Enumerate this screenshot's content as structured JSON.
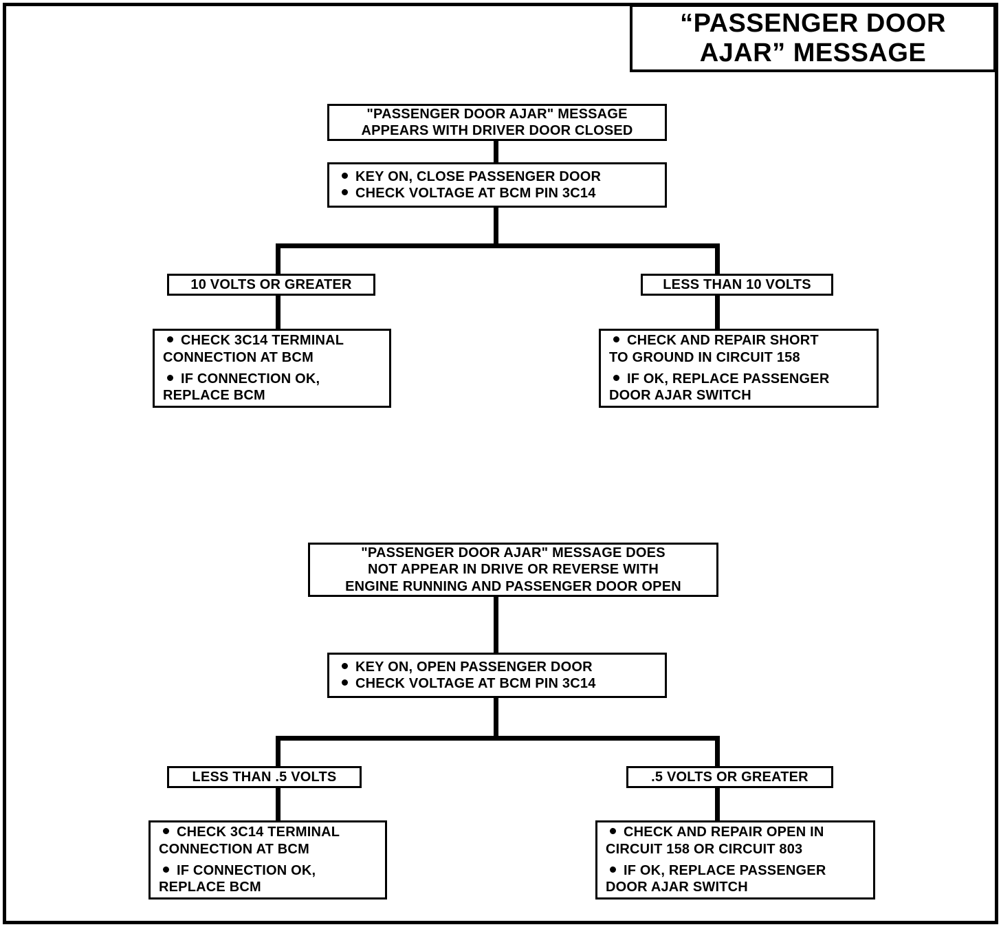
{
  "title": {
    "line1": "“PASSENGER DOOR",
    "line2": "AJAR” MESSAGE"
  },
  "chart1": {
    "symptom": {
      "line1": "\"PASSENGER DOOR AJAR\" MESSAGE",
      "line2": "APPEARS WITH DRIVER DOOR CLOSED"
    },
    "test": {
      "bullet1": "KEY ON, CLOSE PASSENGER DOOR",
      "bullet2": "CHECK VOLTAGE AT BCM PIN 3C14"
    },
    "branch_left_label": "10 VOLTS OR GREATER",
    "branch_right_label": "LESS THAN 10 VOLTS",
    "result_left": {
      "bullet1_line1": "CHECK 3C14 TERMINAL",
      "bullet1_line2": "CONNECTION AT BCM",
      "bullet2_line1": "IF CONNECTION OK,",
      "bullet2_line2": "REPLACE BCM"
    },
    "result_right": {
      "bullet1_line1": "CHECK AND REPAIR SHORT",
      "bullet1_line2": "TO GROUND IN CIRCUIT 158",
      "bullet2_line1": "IF OK, REPLACE PASSENGER",
      "bullet2_line2": "DOOR AJAR SWITCH"
    }
  },
  "chart2": {
    "symptom": {
      "line1": "\"PASSENGER DOOR AJAR\" MESSAGE DOES",
      "line2": "NOT APPEAR IN DRIVE OR REVERSE WITH",
      "line3": "ENGINE RUNNING AND PASSENGER DOOR OPEN"
    },
    "test": {
      "bullet1": "KEY ON, OPEN PASSENGER DOOR",
      "bullet2": "CHECK VOLTAGE AT BCM PIN 3C14"
    },
    "branch_left_label": "LESS THAN .5 VOLTS",
    "branch_right_label": ".5 VOLTS OR GREATER",
    "result_left": {
      "bullet1_line1": "CHECK 3C14 TERMINAL",
      "bullet1_line2": "CONNECTION AT BCM",
      "bullet2_line1": "IF CONNECTION OK,",
      "bullet2_line2": "REPLACE BCM"
    },
    "result_right": {
      "bullet1_line1": "CHECK AND REPAIR OPEN IN",
      "bullet1_line2": "CIRCUIT 158 OR CIRCUIT 803",
      "bullet2_line1": "IF OK, REPLACE PASSENGER",
      "bullet2_line2": "DOOR AJAR SWITCH"
    }
  },
  "colors": {
    "ink": "#000000",
    "paper": "#ffffff"
  }
}
